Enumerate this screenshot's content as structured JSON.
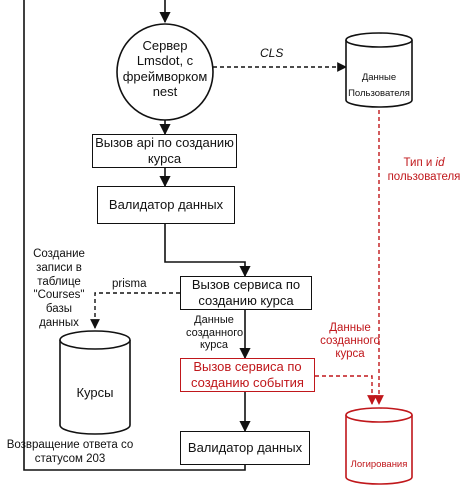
{
  "server_node": {
    "text": "Сервер Lmsdot, с фреймворком nest"
  },
  "cls_label": "CLS",
  "user_data_db": {
    "text": "Данные Пользователя"
  },
  "api_call_box": {
    "text": "Вызов api по созданию курса"
  },
  "validator_top": {
    "text": "Валидатор данных"
  },
  "create_record_note": {
    "text": "Создание записи в таблице \"Courses\" базы данных"
  },
  "prisma_label": "prisma",
  "course_service_box": {
    "text": "Вызов сервиса по созданию курса"
  },
  "course_data_label": {
    "text": "Данные созданного курса"
  },
  "courses_db": {
    "text": "Курсы"
  },
  "event_service_box": {
    "text": "Вызов сервиса по созданию события"
  },
  "course_data_label_red": {
    "text": "Данные созданного курса"
  },
  "type_id_label": {
    "line1": "Тип и",
    "id": "id",
    "line2": "пользователя"
  },
  "return_note": {
    "text": "Возвращение ответа со статусом 203"
  },
  "validator_bottom": {
    "text": "Валидатор данных"
  },
  "logging_db": {
    "text": "Логирования"
  },
  "colors": {
    "line": "#111111",
    "accent_red": "#c0171b"
  }
}
